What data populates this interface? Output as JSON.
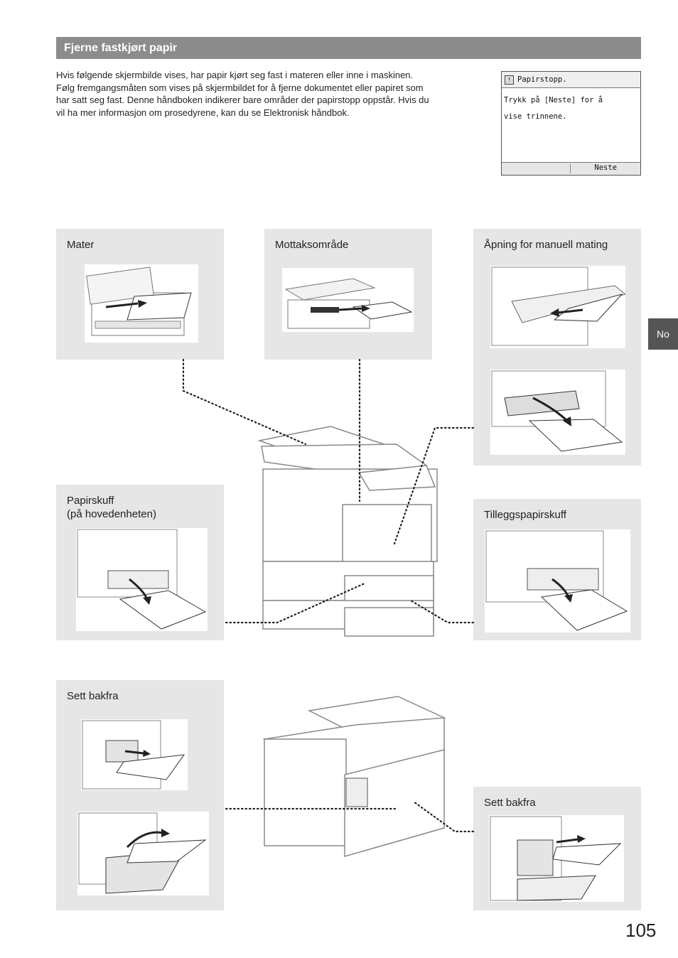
{
  "section": {
    "title": "Fjerne fastkjørt papir"
  },
  "intro": {
    "text": "Hvis følgende skjermbilde vises, har papir kjørt seg fast i materen eller inne i maskinen.\nFølg fremgangsmåten som vises på skjermbildet for å fjerne dokumentet eller papiret som\nhar satt seg fast. Denne håndboken indikerer bare områder der papirstopp oppstår. Hvis du\nvil ha mer informasjon om prosedyrene, kan du se Elektronisk håndbok."
  },
  "lcd": {
    "title": "Papirstopp.",
    "message": "Trykk på [Neste] for å\nvise trinnene.",
    "button": "Neste"
  },
  "panels": {
    "feeder": "Mater",
    "output": "Mottaksområde",
    "manual": "Åpning for manuell mating",
    "drawer_main": "Papirskuff\n(på hovedenheten)",
    "drawer_extra": "Tilleggspapirskuff",
    "back_left": "Sett bakfra",
    "back_right": "Sett bakfra"
  },
  "side_tab": "No",
  "page_number": "105"
}
